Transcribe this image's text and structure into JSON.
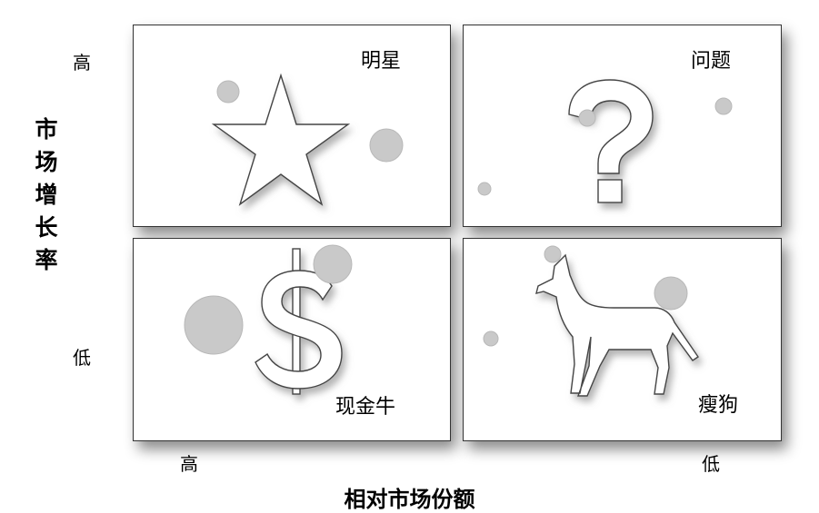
{
  "y_axis": {
    "title": "市场增长率",
    "high": "高",
    "low": "低"
  },
  "x_axis": {
    "title": "相对市场份额",
    "high": "高",
    "low": "低"
  },
  "quadrants": {
    "star": {
      "label": "明星",
      "icon": "star-icon"
    },
    "question": {
      "label": "问题",
      "icon": "question-mark-icon"
    },
    "cash_cow": {
      "label": "现金牛",
      "icon": "dollar-sign-icon"
    },
    "dog": {
      "label": "瘦狗",
      "icon": "dog-icon"
    }
  },
  "colors": {
    "border": "#333333",
    "bubble": "#c9c9c9",
    "shadow": "#777777"
  }
}
